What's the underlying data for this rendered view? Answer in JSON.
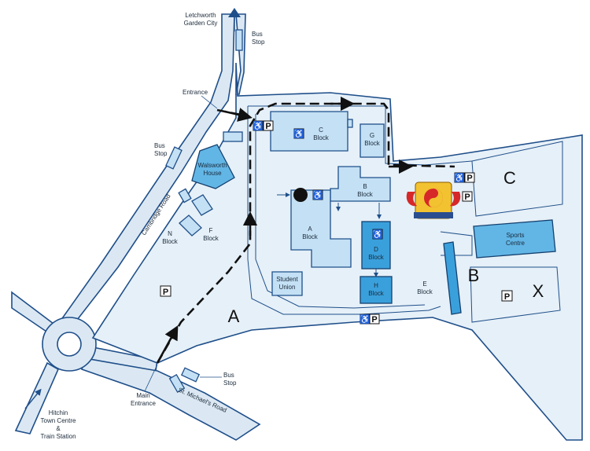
{
  "places": {
    "letchworth": [
      "Letchworth",
      "Garden City"
    ],
    "bus_stop_top": [
      "Bus",
      "Stop"
    ],
    "bus_stop_left": [
      "Bus",
      "Stop"
    ],
    "bus_stop_bottom": [
      "Bus",
      "Stop"
    ],
    "entrance": "Entrance",
    "main_entrance": [
      "Main",
      "Entrance"
    ],
    "hitchin": [
      "Hitchin",
      "Town Centre",
      "&",
      "Train Station"
    ],
    "cambridge_road": "Cambridge Road",
    "st_michaels_road": "St. Michael's Road"
  },
  "buildings": {
    "c_block": [
      "C",
      "Block"
    ],
    "g_block": [
      "G",
      "Block"
    ],
    "b_block": [
      "B",
      "Block"
    ],
    "a_block": [
      "A",
      "Block"
    ],
    "d_block": [
      "D",
      "Block"
    ],
    "h_block": [
      "H",
      "Block"
    ],
    "e_block": [
      "E",
      "Block"
    ],
    "f_block": [
      "F",
      "Block"
    ],
    "n_block": [
      "N",
      "Block"
    ],
    "walsworth": [
      "Walsworth",
      "House"
    ],
    "student_union": [
      "Student",
      "Union"
    ],
    "sports_centre": [
      "Sports",
      "Centre"
    ]
  },
  "zones": {
    "a": "A",
    "b": "B",
    "c": "C",
    "x": "X"
  },
  "parking_symbol": "P",
  "colors": {
    "outline": "#1f4f8a",
    "site_fill": "#e6f0f8",
    "building_light": "#c4e0f4",
    "building_dark": "#3aa0dc",
    "route": "#111111",
    "logo_red": "#d62828",
    "logo_yellow": "#f2c230"
  },
  "icons": [
    "wheelchair-icon",
    "parking-icon",
    "school-crest-icon",
    "north-arrow-icon",
    "direction-arrow-icon"
  ]
}
